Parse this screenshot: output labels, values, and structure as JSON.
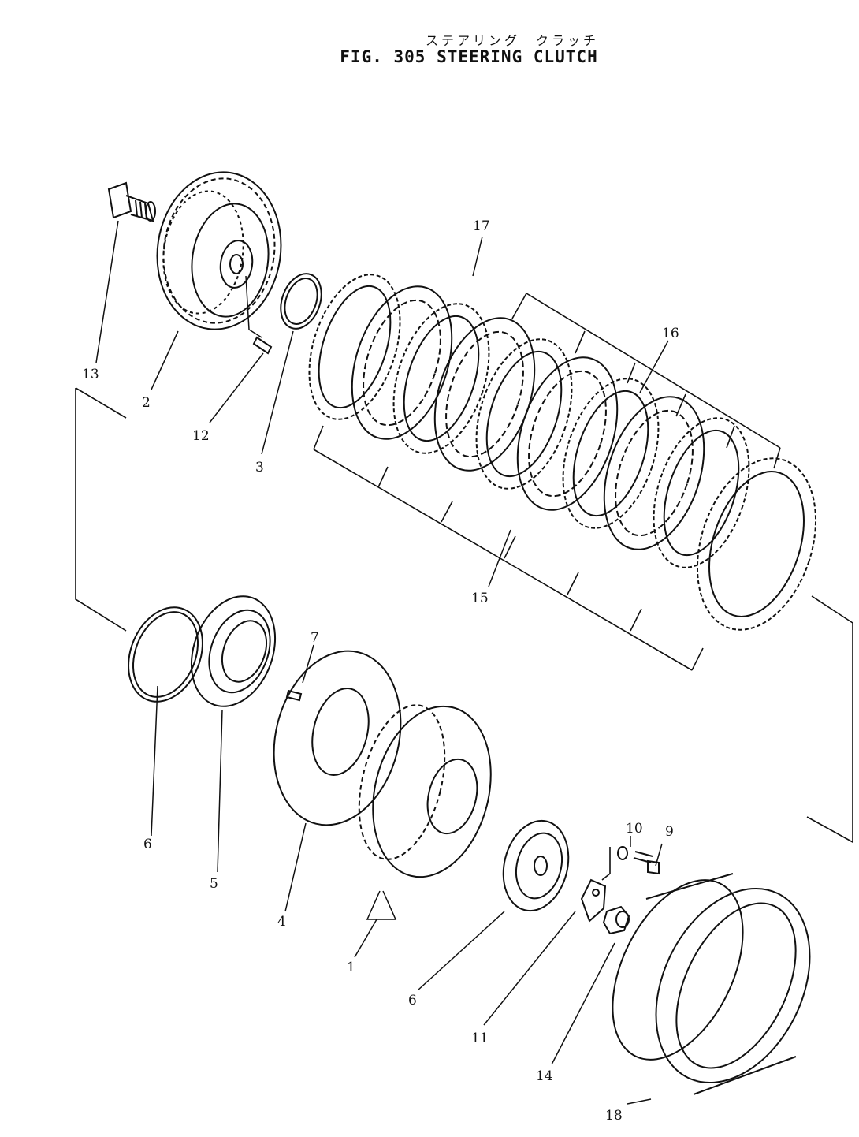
{
  "title": {
    "japanese": "ステアリング　クラッチ",
    "english": "FIG. 305  STEERING  CLUTCH"
  },
  "callouts": [
    {
      "id": "c13",
      "text": "13"
    },
    {
      "id": "c2a",
      "text": "2"
    },
    {
      "id": "c12",
      "text": "12"
    },
    {
      "id": "c3",
      "text": "3"
    },
    {
      "id": "c17",
      "text": "17"
    },
    {
      "id": "c16",
      "text": "16"
    },
    {
      "id": "c15",
      "text": "15"
    },
    {
      "id": "c7",
      "text": "7"
    },
    {
      "id": "c6a",
      "text": "6"
    },
    {
      "id": "c5",
      "text": "5"
    },
    {
      "id": "c4",
      "text": "4"
    },
    {
      "id": "c1",
      "text": "1"
    },
    {
      "id": "c6b",
      "text": "6"
    },
    {
      "id": "c11",
      "text": "11"
    },
    {
      "id": "c14",
      "text": "14"
    },
    {
      "id": "c10",
      "text": "10"
    },
    {
      "id": "c9",
      "text": "9"
    },
    {
      "id": "c18",
      "text": "18"
    }
  ]
}
